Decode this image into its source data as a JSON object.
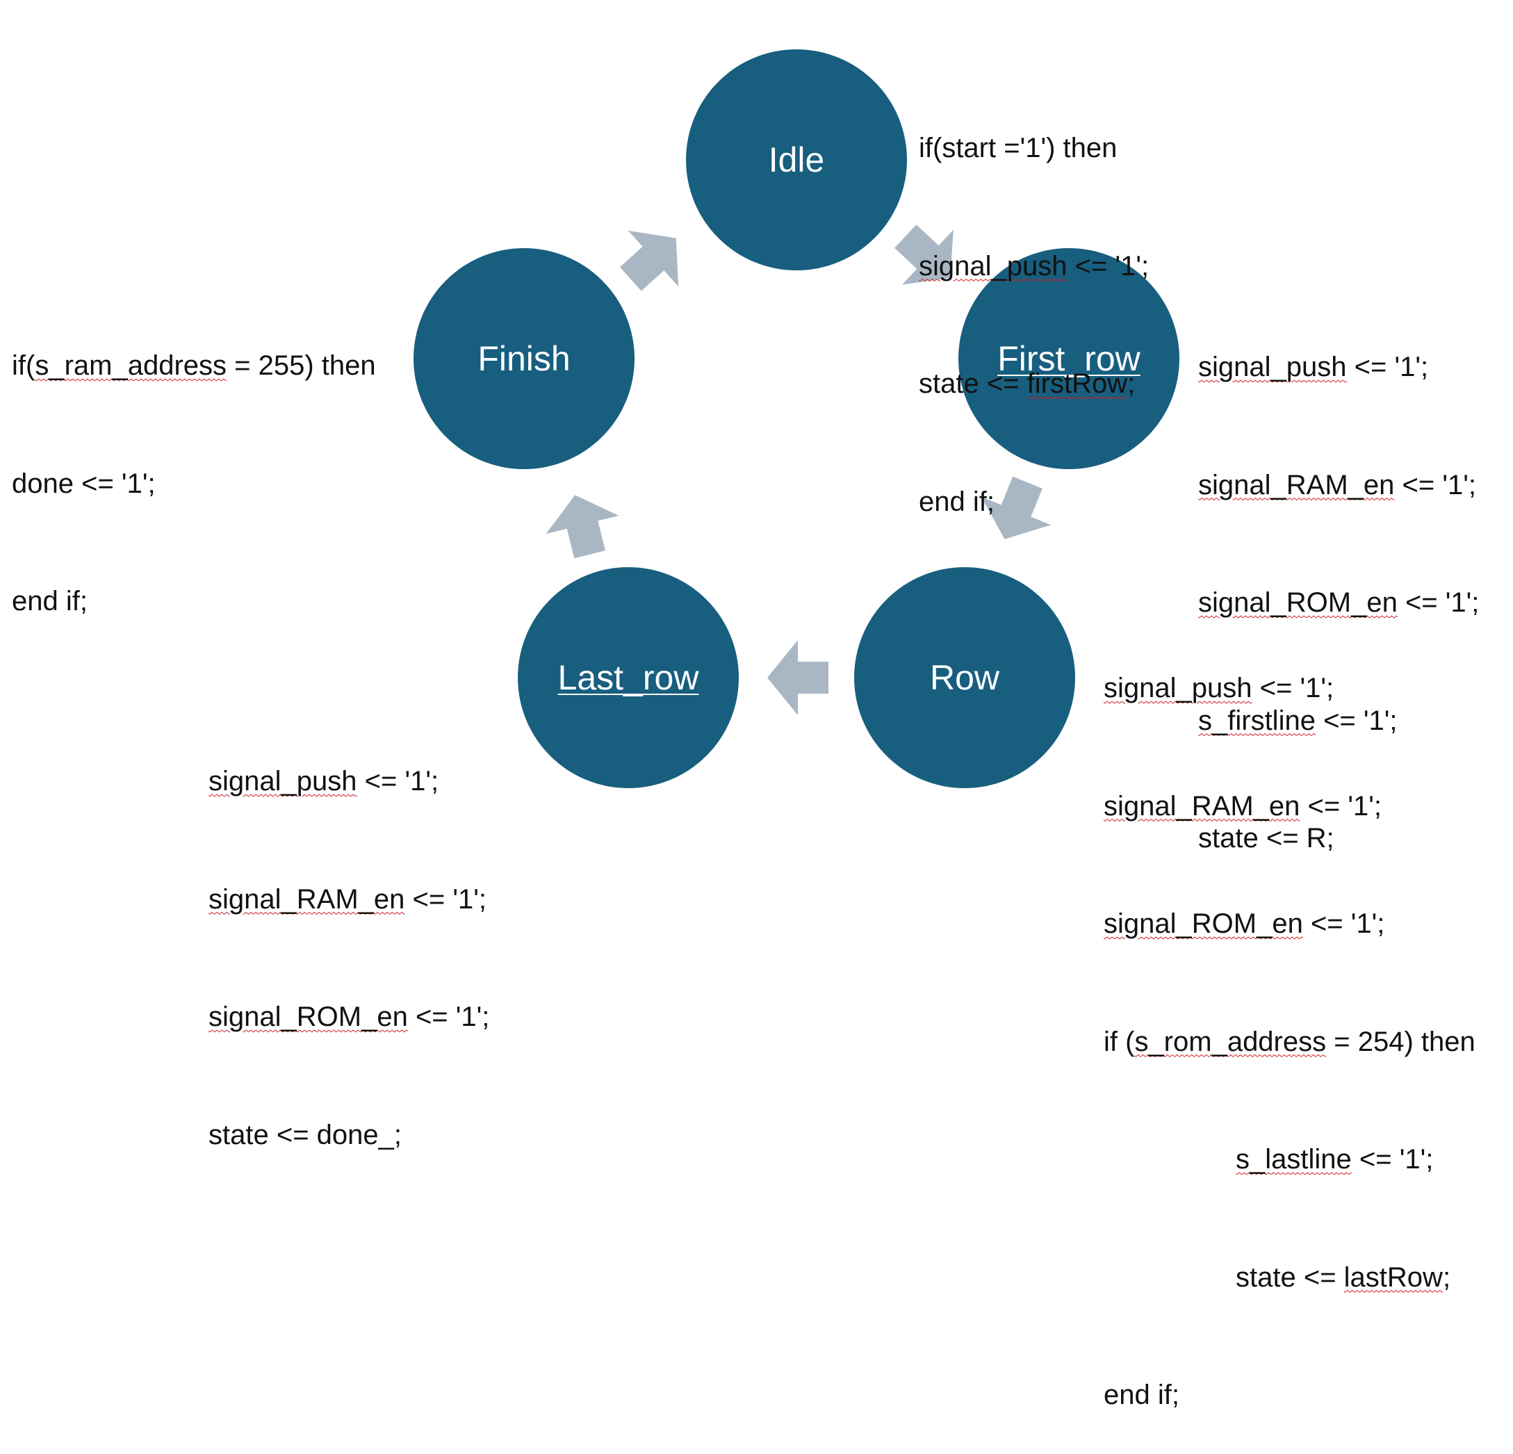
{
  "diagram": {
    "colors": {
      "state_fill": "#185e7f",
      "state_text": "#ffffff",
      "arrow_fill": "#a9b7c4",
      "code_text": "#111111",
      "spellcheck_underline": "#d11a1a"
    },
    "states": {
      "idle": "Idle",
      "first_row": "First_row",
      "row": "Row",
      "last_row": "Last_row",
      "finish": "Finish"
    },
    "transitions": [
      {
        "from": "Idle",
        "to": "First_row"
      },
      {
        "from": "First_row",
        "to": "Row"
      },
      {
        "from": "Row",
        "to": "Last_row"
      },
      {
        "from": "Last_row",
        "to": "Finish"
      },
      {
        "from": "Finish",
        "to": "Idle"
      }
    ],
    "code": {
      "idle": {
        "line1_a": "if(start ='1') then",
        "line2_a": "signal_push",
        "line2_b": " <= '1';",
        "line3_a": "state <= ",
        "line3_b": "firstRow",
        "line3_c": ";",
        "line4_a": "end if;"
      },
      "first_row": {
        "line1_a": "signal_push",
        "line1_b": " <= '1';",
        "line2_a": "signal_RAM_en",
        "line2_b": " <= '1';",
        "line3_a": "signal_ROM_en",
        "line3_b": " <= '1';",
        "line4_a": "s_firstline",
        "line4_b": " <= '1';",
        "line5_a": "state <= R;"
      },
      "row": {
        "line1_a": "signal_push",
        "line1_b": " <= '1';",
        "line2_a": "signal_RAM_en",
        "line2_b": " <= '1';",
        "line3_a": "signal_ROM_en",
        "line3_b": " <= '1';",
        "line4_a": "if (",
        "line4_b": "s_rom_address",
        "line4_c": " = 254) then",
        "line5_a": "s_lastline",
        "line5_b": " <= '1';",
        "line6_a": "state <= ",
        "line6_b": "lastRow",
        "line6_c": ";",
        "line7_a": "end if;"
      },
      "last_row": {
        "line1_a": "signal_push",
        "line1_b": " <= '1';",
        "line2_a": "signal_RAM_en",
        "line2_b": " <= '1';",
        "line3_a": "signal_ROM_en",
        "line3_b": " <= '1';",
        "line4_a": "state <= done_;"
      },
      "finish": {
        "line1_a": "if(",
        "line1_b": "s_ram_address",
        "line1_c": " = 255) then",
        "line2_a": "done <= '1';",
        "line3_a": "end if;"
      }
    }
  }
}
